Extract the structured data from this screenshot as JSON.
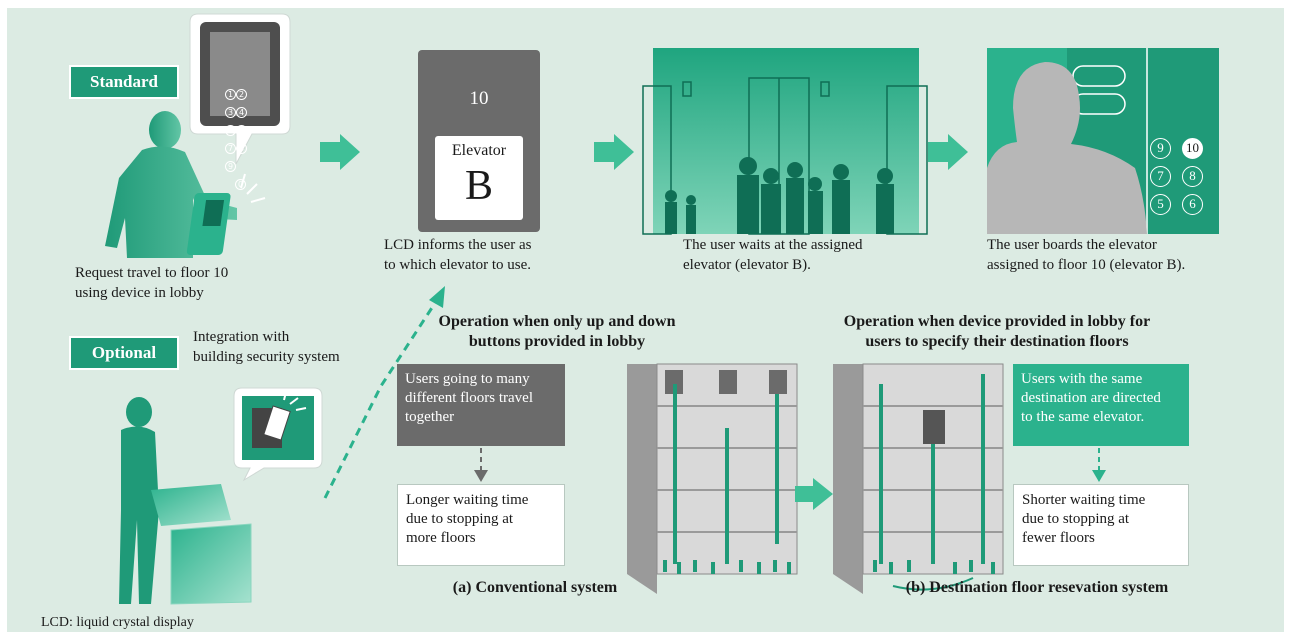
{
  "standard": {
    "tag": "Standard",
    "keypad_digits": [
      "1",
      "2",
      "3",
      "4",
      "5",
      "6",
      "7",
      "8",
      "9",
      "0"
    ],
    "caption_line1": "Request travel to floor 10",
    "caption_line2": "using device in lobby"
  },
  "lcd": {
    "floor": "10",
    "elevator_label": "Elevator",
    "elevator_letter": "B",
    "caption_line1": "LCD informs the user as",
    "caption_line2": "to which elevator to use."
  },
  "wait": {
    "caption_line1": "The user waits at the assigned",
    "caption_line2": "elevator (elevator B)."
  },
  "board": {
    "buttons": [
      "9",
      "10",
      "7",
      "8",
      "5",
      "6"
    ],
    "caption_line1": "The user boards the elevator",
    "caption_line2": "assigned to floor 10 (elevator B)."
  },
  "optional": {
    "tag": "Optional",
    "note_line1": "Integration with",
    "note_line2": "building security system"
  },
  "conventional": {
    "heading_line1": "Operation when only up and down",
    "heading_line2": "buttons provided in lobby",
    "problem_line1": "Users going to many",
    "problem_line2": "different floors travel",
    "problem_line3": "together",
    "result_line1": "Longer waiting time",
    "result_line2": "due to stopping at",
    "result_line3": "more floors",
    "label": "(a) Conventional system"
  },
  "destination": {
    "heading_line1": "Operation when device provided in lobby for",
    "heading_line2": "users to specify their destination floors",
    "benefit_line1": "Users with the same",
    "benefit_line2": "destination are directed",
    "benefit_line3": "to the same elevator.",
    "result_line1": "Shorter waiting time",
    "result_line2": "due to stopping at",
    "result_line3": "fewer floors",
    "label": "(b) Destination floor resevation system"
  },
  "footnote": "LCD: liquid crystal display",
  "colors": {
    "background": "#dcebe3",
    "green": "#1f9a78",
    "light_green": "#2bb28d",
    "grey": "#6b6b6b"
  }
}
